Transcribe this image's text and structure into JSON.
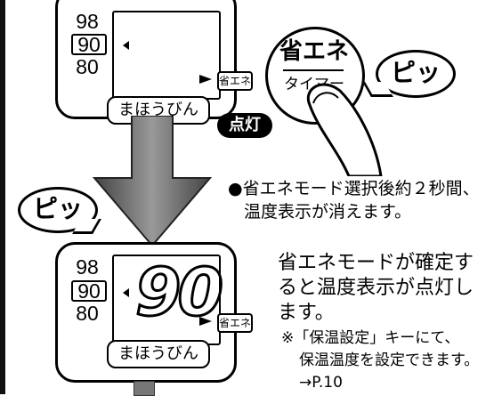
{
  "top_panel": {
    "temps": [
      "98",
      "90",
      "80"
    ],
    "eco_label": "省エネ",
    "keep_warm_label": "まほうびん",
    "lit_badge": "点灯"
  },
  "eco_timer_button": {
    "line1": "省エネ",
    "line2": "タイマー"
  },
  "beep_text": "ピッ",
  "caption_1": {
    "line1": "●省エネモード選択後約２秒間、",
    "line2": "温度表示が消えます。"
  },
  "bottom_panel": {
    "temps": [
      "98",
      "90",
      "80"
    ],
    "big_value": "90",
    "eco_label": "省エネ",
    "keep_warm_label": "まほうびん"
  },
  "caption_2": {
    "line1": "省エネモードが確定す",
    "line2": "ると温度表示が点灯し",
    "line3": "ます。"
  },
  "note": {
    "line1": "※「保温設定」キーにて、",
    "line2": "保温温度を設定できます。",
    "line3": "→P.10"
  }
}
